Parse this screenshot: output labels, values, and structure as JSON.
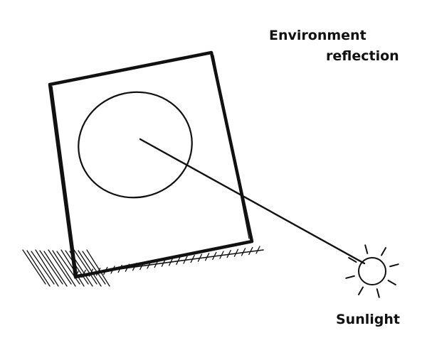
{
  "labels": {
    "environment_reflection": [
      "Environment",
      "reflection"
    ],
    "sunlight": "Sunlight"
  },
  "colors": {
    "ink": "#111111",
    "background": "#ffffff"
  }
}
